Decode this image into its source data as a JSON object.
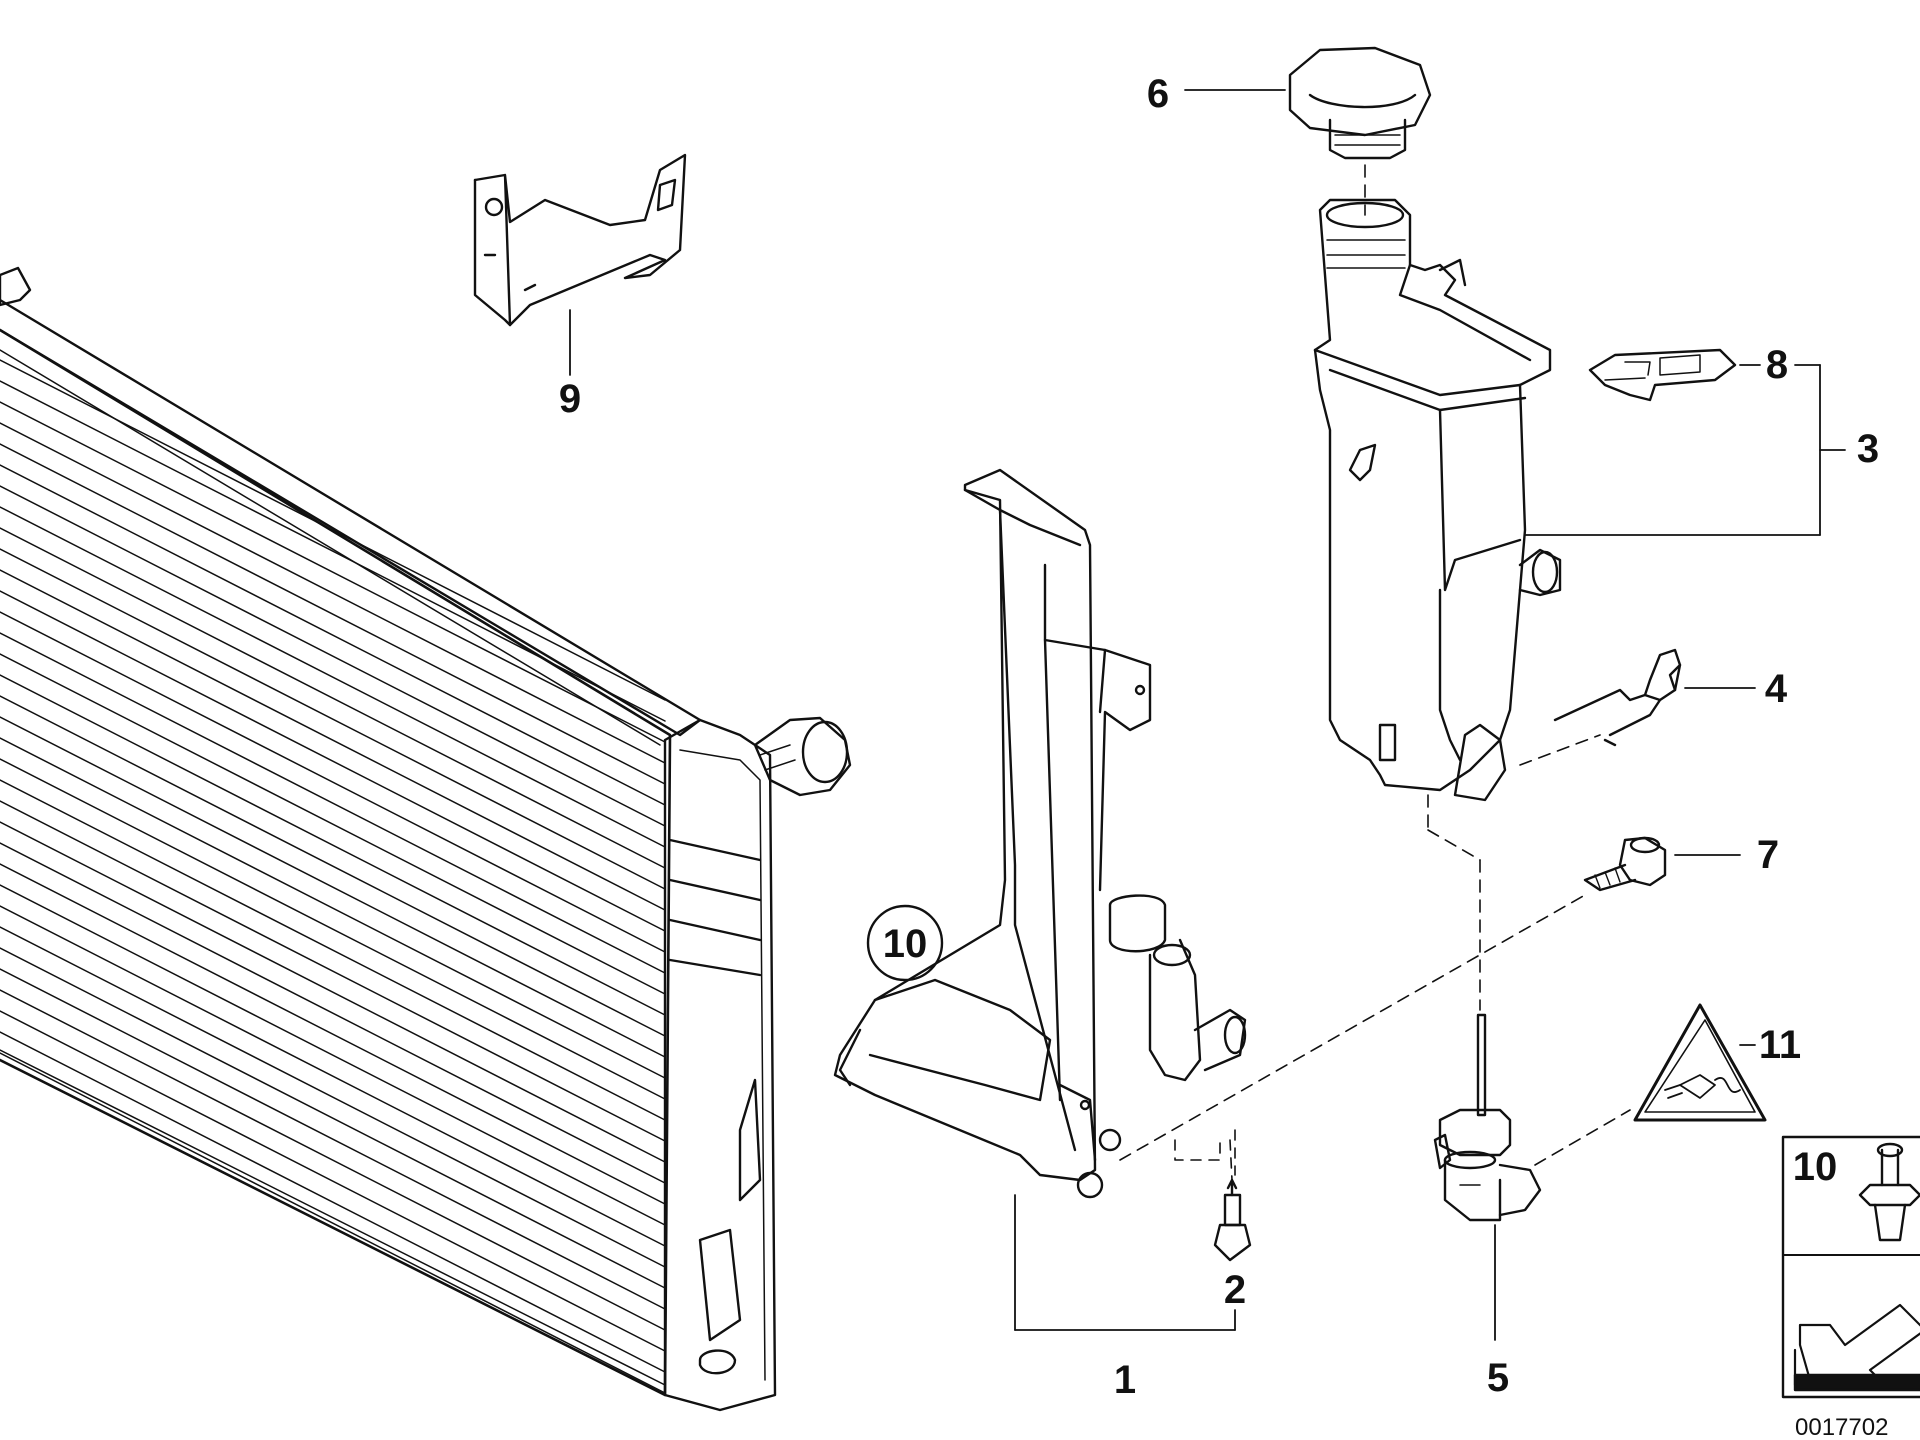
{
  "callouts": {
    "c1": "1",
    "c2": "2",
    "c3": "3",
    "c4": "4",
    "c5": "5",
    "c6": "6",
    "c7": "7",
    "c8": "8",
    "c9": "9",
    "c10": "10",
    "c11": "11"
  },
  "inset_label": "10",
  "diagram_code": "0017702"
}
